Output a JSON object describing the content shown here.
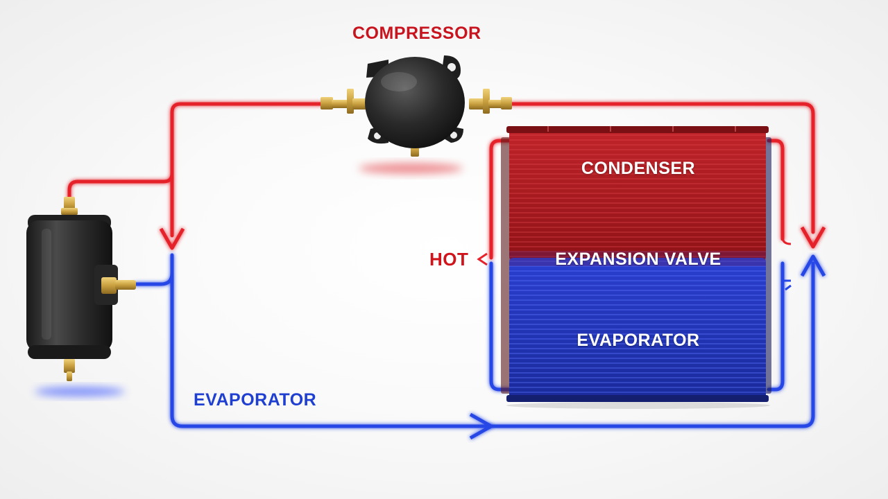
{
  "labels": {
    "compressor": "COMPRESSOR",
    "condenser": "CONDENSER",
    "hot": "HOT",
    "expansion_valve": "EXPANSION VALVE",
    "evaporator_unit": "EVAPORATOR",
    "evaporator_line": "EVAPORATOR"
  },
  "colors": {
    "hot_line": "#e5232b",
    "cold_line": "#2746e6",
    "condenser_fill": "#b31a1e",
    "evaporator_fill": "#1f33b8",
    "component_body": "#2a2a2a",
    "brass_fitting": "#c9a040"
  },
  "components": {
    "compressor_icon": "compressor-icon",
    "receiver_icon": "receiver-drier-icon",
    "heat_exchanger_icon": "heat-exchanger-icon"
  }
}
